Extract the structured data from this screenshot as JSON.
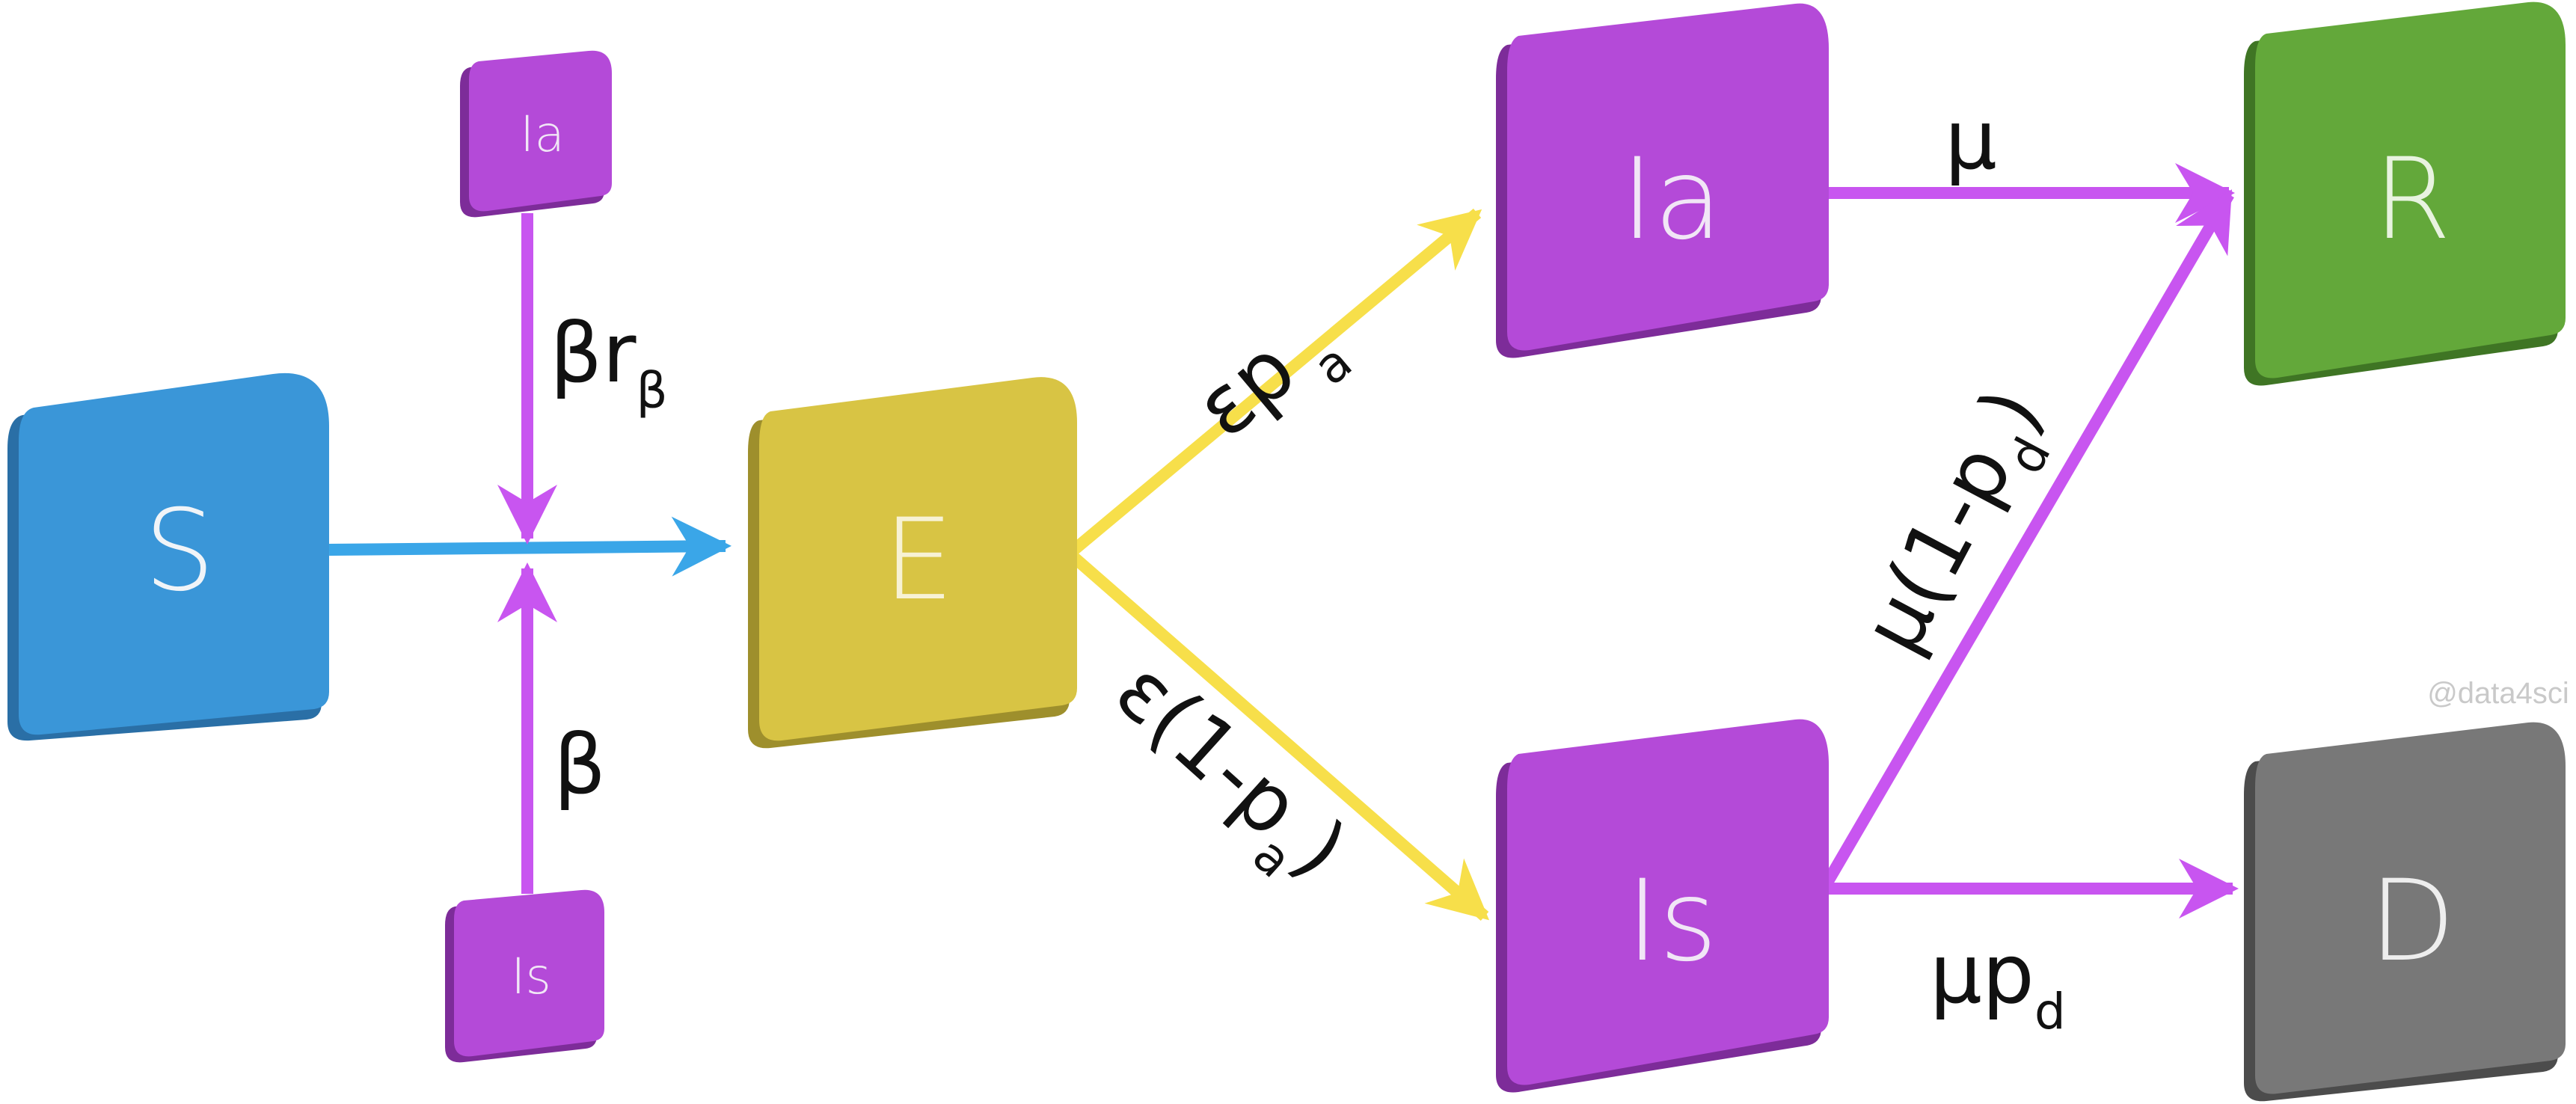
{
  "nodes": {
    "s": {
      "label": "S",
      "color": "#3a96d8",
      "side": "#2a6fa6",
      "text": "#f0f4f8"
    },
    "e": {
      "label": "E",
      "color": "#d8c444",
      "side": "#9e8f2c",
      "text": "#f7f2d4"
    },
    "ia": {
      "label": "Ia",
      "color": "#b44ad8",
      "side": "#7d2c99",
      "text": "#f1e6f6"
    },
    "is": {
      "label": "Is",
      "color": "#b44ad8",
      "side": "#7d2c99",
      "text": "#f1e6f6"
    },
    "r": {
      "label": "R",
      "color": "#63a83a",
      "side": "#3f7524",
      "text": "#e8f3e0"
    },
    "d": {
      "label": "D",
      "color": "#787878",
      "side": "#4c4c4c",
      "text": "#eeeeee"
    },
    "ia_small": {
      "label": "Ia",
      "color": "#b44ad8",
      "side": "#7d2c99",
      "text": "#f1e6f6"
    },
    "is_small": {
      "label": "Is",
      "color": "#b44ad8",
      "side": "#7d2c99",
      "text": "#f1e6f6"
    }
  },
  "edge_labels": {
    "beta_r": {
      "main": "βr",
      "sub": "β"
    },
    "beta": "β",
    "eps_pa": {
      "main": "εp",
      "sub": "a"
    },
    "eps_1_pa": {
      "main": "ε(1-p",
      "sub": "a",
      "close": ")"
    },
    "mu": "μ",
    "mu_1_pd": {
      "main": "μ(1-p",
      "sub": "d",
      "close": ")"
    },
    "mu_pd": {
      "main": "μp",
      "sub": "d"
    }
  },
  "colors": {
    "blue_arrow": "#3aa6e8",
    "purple_arrow": "#c855f0",
    "yellow_arrow": "#f7df4a"
  },
  "watermark": "@data4sci"
}
